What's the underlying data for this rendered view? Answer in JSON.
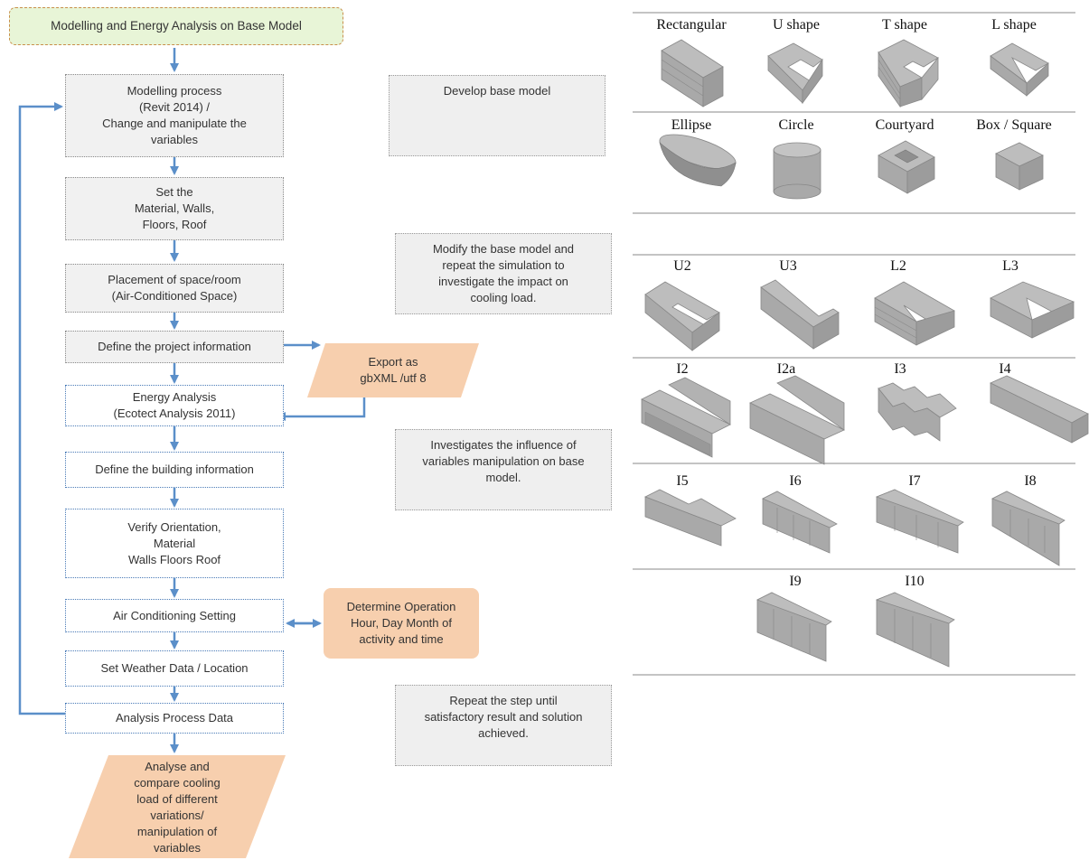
{
  "flowchart": {
    "title": "Modelling and Energy Analysis on Base Model",
    "steps": [
      "Modelling process\n(Revit 2014) /\nChange and manipulate the\nvariables",
      "Set the\nMaterial, Walls,\nFloors, Roof",
      "Placement of space/room\n(Air-Conditioned Space)",
      "Define the project information",
      "Energy Analysis\n(Ecotect Analysis 2011)",
      "Define the building information",
      "Verify Orientation,\nMaterial\nWalls Floors Roof",
      "Air Conditioning Setting",
      "Set Weather Data / Location",
      "Analysis Process Data"
    ],
    "export": "Export as\ngbXML /utf 8",
    "operation": "Determine Operation\nHour, Day Month of\nactivity and time",
    "output": "Analyse and\ncompare cooling\nload of different\nvariations/\nmanipulation of\nvariables",
    "notes": [
      "Develop base model",
      "Modify the base model and\nrepeat the simulation to\ninvestigate the impact on\ncooling load.",
      "Investigates the influence of\nvariables manipulation on base\nmodel.",
      "Repeat the step until\nsatisfactory result and solution\nachieved."
    ]
  },
  "shape_rows": [
    [
      "Rectangular",
      "U shape",
      "T shape",
      "L shape"
    ],
    [
      "Ellipse",
      "Circle",
      "Courtyard",
      "Box / Square"
    ],
    [
      "U2",
      "U3",
      "L2",
      "L3"
    ],
    [
      "I2",
      "I2a",
      "I3",
      "I4"
    ],
    [
      "I5",
      "I6",
      "I7",
      "I8"
    ],
    [
      "I9",
      "I10"
    ]
  ],
  "colors": {
    "arrow": "#5b8fc9",
    "gray_fill": "#f1f1f1",
    "orange_fill": "#f7cfae",
    "title_fill": "#e8f5d7",
    "model_top": "#bdbdbd",
    "model_side": "#9c9c9c",
    "model_front": "#a9a9a9"
  }
}
